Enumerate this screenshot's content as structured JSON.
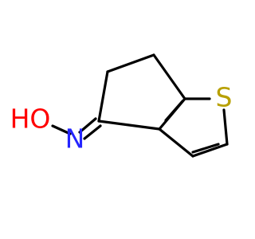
{
  "molecule": {
    "atoms": {
      "sulfur": {
        "symbol": "S",
        "color": "#b8a000"
      },
      "nitrogen": {
        "symbol": "N",
        "color": "#2424ff"
      },
      "hydroxyl": {
        "symbol": "HO",
        "color": "#ff0000"
      }
    },
    "bond_color": "#000000",
    "background": "#ffffff"
  }
}
